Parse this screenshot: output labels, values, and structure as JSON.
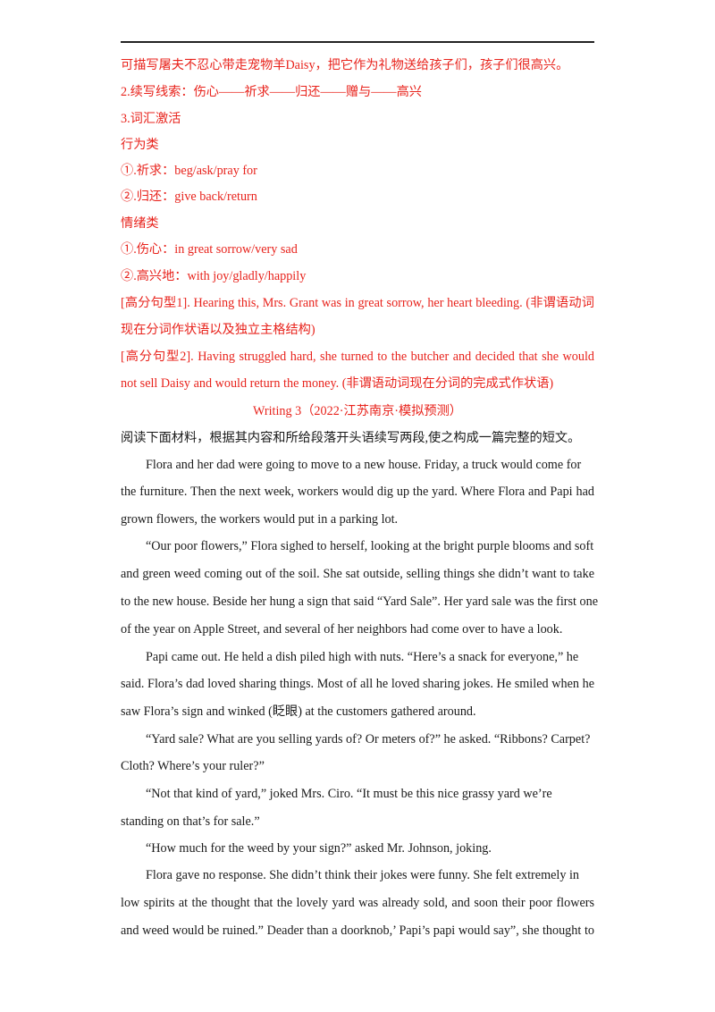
{
  "notes": [
    {
      "text": "可描写屠夫不忍心带走宠物羊Daisy，把它作为礼物送给孩子们，孩子们很高兴。"
    },
    {
      "text": "2.续写线索：伤心——祈求——归还——赠与——高兴"
    },
    {
      "text": "3.词汇激活"
    },
    {
      "text": "行为类"
    },
    {
      "text": "①.祈求：beg/ask/pray for"
    },
    {
      "text": "②.归还：give back/return"
    },
    {
      "text": "情绪类"
    },
    {
      "text": "①.伤心：in great sorrow/very sad"
    },
    {
      "text": "②.高兴地：with joy/gladly/happily"
    },
    {
      "text": "[高分句型1]. Hearing this, Mrs. Grant was in great sorrow, her heart bleeding. (非谓语动词"
    },
    {
      "text": "现在分词作状语以及独立主格结构)"
    },
    {
      "text": "[高分句型2]. Having struggled hard, she turned to the butcher and decided that she would"
    },
    {
      "text": "not sell Daisy and would return the money. (非谓语动词现在分词的完成式作状语)"
    }
  ],
  "section": {
    "title": "Writing 3（2022·江苏南京·模拟预测）",
    "instruction": "阅读下面材料，根据其内容和所给段落开头语续写两段,使之构成一篇完整的短文。"
  },
  "story": [
    "Flora and her dad were going to move to a new house. Friday, a truck would come for",
    "the furniture. Then the next week, workers would dig up the yard. Where Flora and Papi had",
    "grown flowers, the workers would put in a parking lot.",
    "“Our poor flowers,” Flora sighed to herself, looking at the bright purple blooms and soft",
    "and green weed coming out of the soil. She sat outside, selling things she didn’t want to take",
    "to the new house. Beside her hung a sign that said “Yard Sale”. Her yard sale was the first one",
    "of the year on Apple Street, and several of her neighbors had come over to have a look.",
    "Papi came out. He held a dish piled high with nuts. “Here’s a snack for everyone,” he",
    "said. Flora’s dad loved sharing things. Most of all he loved sharing jokes. He smiled when he",
    "saw Flora’s sign and winked (眨眼) at the customers gathered around.",
    "“Yard sale? What are you selling yards of? Or meters of?” he asked. “Ribbons? Carpet?",
    "Cloth? Where’s your ruler?”",
    "“Not that kind of yard,” joked Mrs. Ciro. “It must be this nice grassy yard we’re",
    "standing on that’s for sale.”",
    "“How much for the weed by your sign?” asked Mr. Johnson, joking.",
    "Flora gave no response. She didn’t think their jokes were funny. She felt extremely in",
    "low spirits at the thought that the lovely yard was already sold, and soon their poor flowers",
    "and weed would be ruined.” Deader than a doorknob,’ Papi’s papi would say”, she thought to"
  ],
  "colors": {
    "accent_red": "#e8231c",
    "text": "#1a1a1a",
    "rule": "#222222"
  }
}
